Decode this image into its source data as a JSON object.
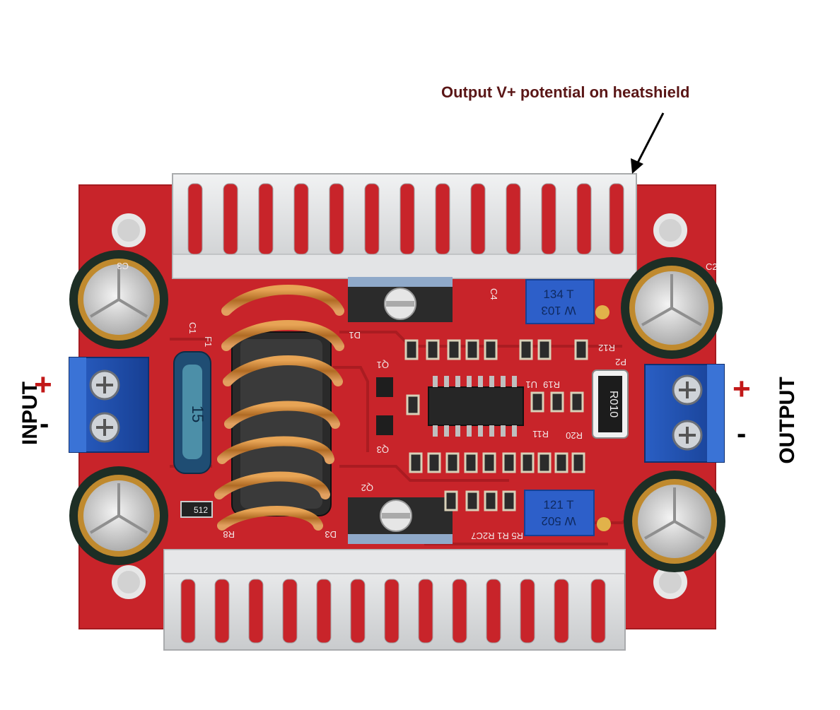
{
  "annotation": {
    "text": "Output V+ potential on heatshield"
  },
  "labels": {
    "input": "INPUT",
    "output": "OUTPUT",
    "plus": "+",
    "minus": "-"
  },
  "component_markings": {
    "pot_top_line1": "134 T",
    "pot_top_line2": "W 103",
    "pot_bottom_line1": "121 T",
    "pot_bottom_line2": "W 502",
    "shunt": "R010",
    "fuse": "15",
    "diode": "512",
    "ref_c1": "C1",
    "ref_c2": "C2",
    "ref_c3": "C3",
    "ref_c4": "C4",
    "ref_d1": "D1",
    "ref_d3": "D3",
    "ref_q1": "Q1",
    "ref_q2": "Q2",
    "ref_q3": "Q3",
    "ref_u1": "U1",
    "ref_r11": "R11",
    "ref_r19": "R19",
    "ref_r20": "R20",
    "ref_p2": "P2",
    "ref_r12": "R12",
    "ref_f1": "F1",
    "ref_r8": "R8",
    "ref_r5": "R5 R1 R2C7"
  },
  "colors": {
    "pcb": "#c8242a",
    "heatsink": "#dfe1e3",
    "terminal": "#1f4fb0",
    "capacitor": "#1d2e25",
    "copper": "#c8843a",
    "annotation": "#5a1616"
  }
}
